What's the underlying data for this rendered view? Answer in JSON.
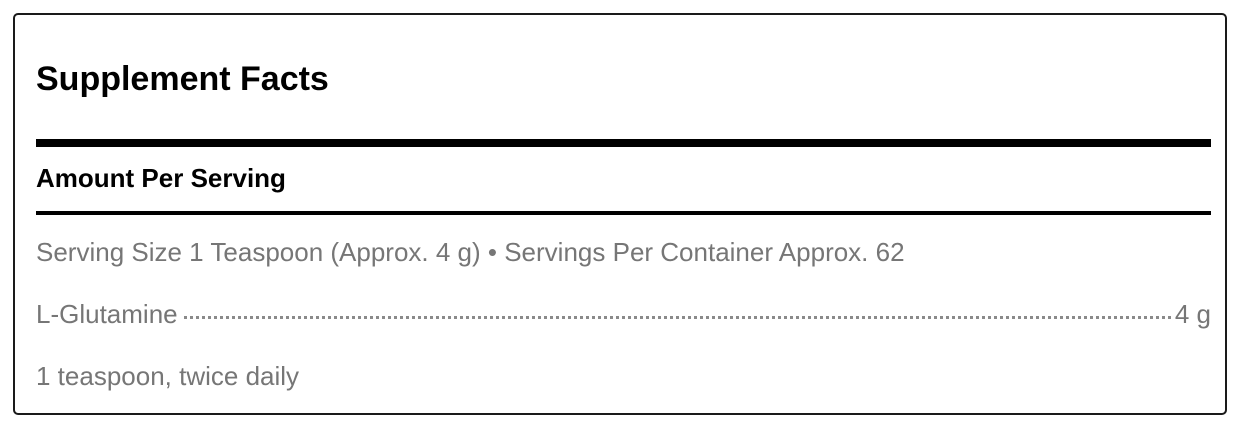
{
  "label": {
    "title": "Supplement Facts",
    "amount_heading": "Amount Per Serving",
    "serving_info": "Serving Size 1 Teaspoon (Approx. 4 g) • Servings Per Container Approx. 62",
    "ingredients": [
      {
        "name": "L-Glutamine",
        "amount": "4 g"
      }
    ],
    "directions": "1 teaspoon, twice daily"
  },
  "colors": {
    "border": "#1a1a1a",
    "heading_text": "#000000",
    "body_text": "#767676"
  }
}
